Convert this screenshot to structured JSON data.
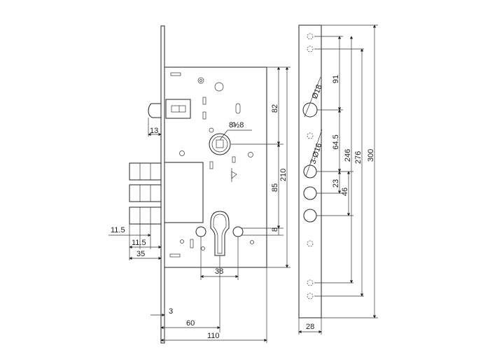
{
  "dimensions": {
    "latch_offset": "13",
    "spindle_square": "8½8",
    "deadbolt_step_a": "11.5",
    "deadbolt_step_b": "11.5",
    "deadbolt_throw": "35",
    "cylinder_spacing": "38",
    "faceplate_thickness": "3",
    "backset": "60",
    "case_depth": "110",
    "top_to_spindle": "82",
    "spindle_to_cylinder": "85",
    "case_height": "210",
    "cylinder_hole_offset": "8",
    "large_hole_dia": "Ø18",
    "small_hole_dia": "3-Ø16",
    "strike_dim_91": "91",
    "strike_dim_64_5": "64.5",
    "strike_dim_23": "23",
    "strike_dim_46": "46",
    "strike_dim_246": "246",
    "strike_dim_276": "276",
    "strike_dim_300": "300",
    "strike_width": "28"
  },
  "colors": {
    "line": "#222222",
    "background": "#ffffff"
  }
}
